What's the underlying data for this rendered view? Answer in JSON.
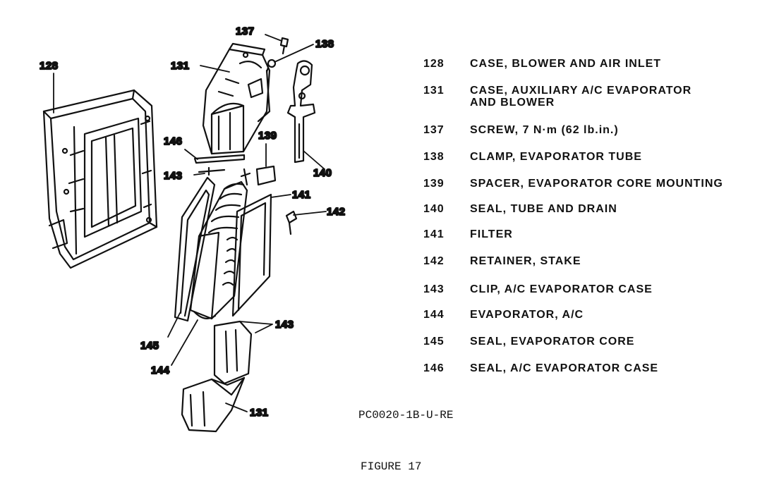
{
  "callouts": {
    "c128": "128",
    "c131_top": "131",
    "c137": "137",
    "c138": "138",
    "c139": "139",
    "c140": "140",
    "c141": "141",
    "c142": "142",
    "c143_left": "143",
    "c143_right": "143",
    "c144": "144",
    "c145": "145",
    "c146": "146",
    "c131_bottom": "131"
  },
  "legend": [
    {
      "num": "128",
      "desc": "CASE, BLOWER AND AIR INLET"
    },
    {
      "num": "131",
      "desc": "CASE, AUXILIARY A/C EVAPORATOR",
      "desc2": "AND BLOWER"
    },
    {
      "num": "137",
      "desc": "SCREW, 7 N·m (62 lb.in.)"
    },
    {
      "num": "138",
      "desc": "CLAMP, EVAPORATOR TUBE"
    },
    {
      "num": "139",
      "desc": "SPACER, EVAPORATOR CORE MOUNTING"
    },
    {
      "num": "140",
      "desc": "SEAL, TUBE AND DRAIN"
    },
    {
      "num": "141",
      "desc": "FILTER"
    },
    {
      "num": "142",
      "desc": "RETAINER, STAKE"
    },
    {
      "num": "143",
      "desc": "CLIP, A/C EVAPORATOR CASE"
    },
    {
      "num": "144",
      "desc": "EVAPORATOR, A/C"
    },
    {
      "num": "145",
      "desc": "SEAL, EVAPORATOR CORE"
    },
    {
      "num": "146",
      "desc": "SEAL, A/C EVAPORATOR CASE"
    }
  ],
  "figure_code": "PC0020-1B-U-RE",
  "figure_title": "FIGURE 17"
}
